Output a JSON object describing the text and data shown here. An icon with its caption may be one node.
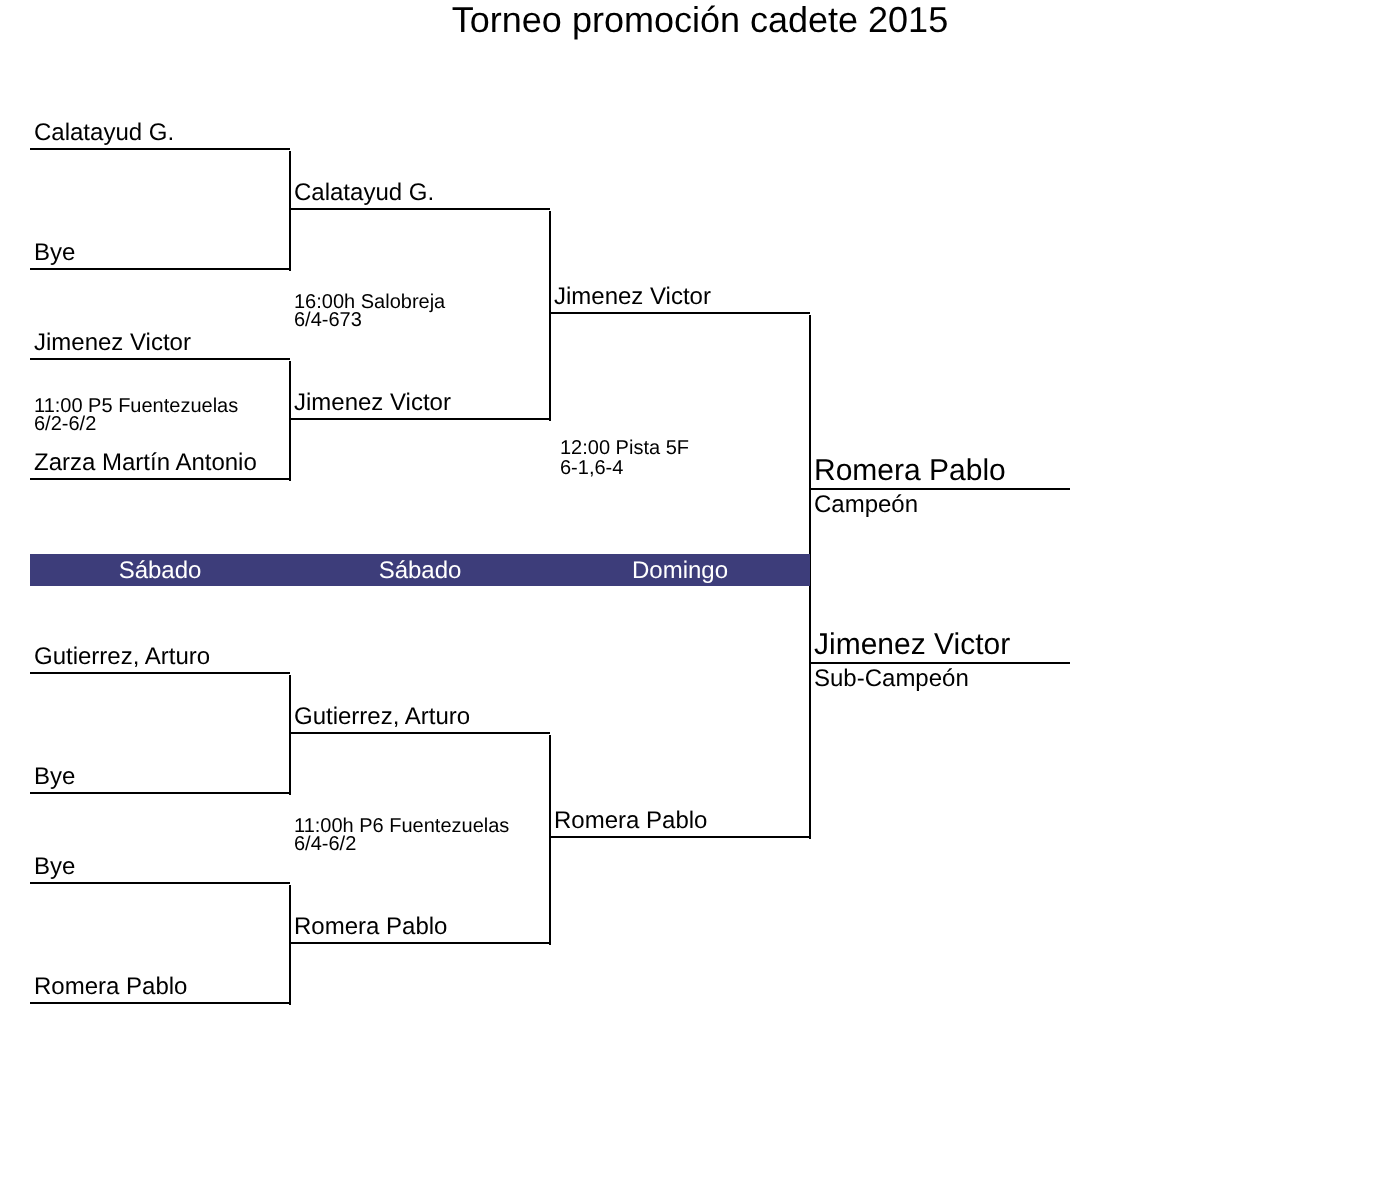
{
  "diagram": {
    "title": "Torneo promoción cadete 2015",
    "nodes": [
      {
        "text": [
          "Calatayud G."
        ]
      },
      {
        "text": [
          "Bye"
        ]
      },
      {
        "text": [
          "Jimenez Victor"
        ]
      },
      {
        "text": [
          "Zarza Martín Antonio"
        ]
      },
      {
        "text": [
          "Gutierrez, Arturo"
        ]
      },
      {
        "text": [
          "Bye"
        ]
      },
      {
        "text": [
          "Bye"
        ]
      },
      {
        "text": [
          "Romera Pablo"
        ]
      },
      {
        "text": [
          "Calatayud G."
        ]
      },
      {
        "text": [
          "Jimenez Victor"
        ]
      },
      {
        "text": [
          "Gutierrez, Arturo"
        ]
      },
      {
        "text": [
          "Romera Pablo"
        ]
      },
      {
        "text": [
          "Jimenez Victor"
        ]
      },
      {
        "text": [
          "Romera Pablo"
        ]
      },
      {
        "text": [
          "Romera Pablo",
          "Campeón"
        ]
      },
      {
        "text": [
          "Jimenez Victor",
          "Sub-Campeón"
        ]
      },
      {
        "text": [
          "Sábado",
          "Sábado",
          "Domingo"
        ]
      }
    ],
    "edges": [
      {
        "from": 0,
        "to": 8,
        "arrow": "none"
      },
      {
        "from": 1,
        "to": 8,
        "arrow": "none"
      },
      {
        "from": 2,
        "to": 9,
        "arrow": "none"
      },
      {
        "from": 3,
        "to": 9,
        "arrow": "none"
      },
      {
        "from": 4,
        "to": 10,
        "arrow": "none"
      },
      {
        "from": 5,
        "to": 10,
        "arrow": "none"
      },
      {
        "from": 6,
        "to": 11,
        "arrow": "none"
      },
      {
        "from": 7,
        "to": 11,
        "arrow": "none"
      },
      {
        "from": 8,
        "to": 12,
        "arrow": "none"
      },
      {
        "from": 9,
        "to": 12,
        "arrow": "none"
      },
      {
        "from": 10,
        "to": 13,
        "arrow": "none"
      },
      {
        "from": 11,
        "to": 13,
        "arrow": "none"
      },
      {
        "from": 12,
        "to": 14,
        "arrow": "none"
      },
      {
        "from": 13,
        "to": 14,
        "arrow": "none"
      },
      {
        "from": 12,
        "to": 15,
        "arrow": "none"
      },
      {
        "from": 13,
        "to": 15,
        "arrow": "none"
      }
    ],
    "labels": [
      "16:00h Salobreja",
      "6/4-673",
      "11:00 P5 Fuentezuelas",
      "6/2-6/2",
      "12:00 Pista 5F",
      "6-1,6-4",
      "11:00h P6 Fuentezuelas",
      "6/4-6/2"
    ]
  }
}
